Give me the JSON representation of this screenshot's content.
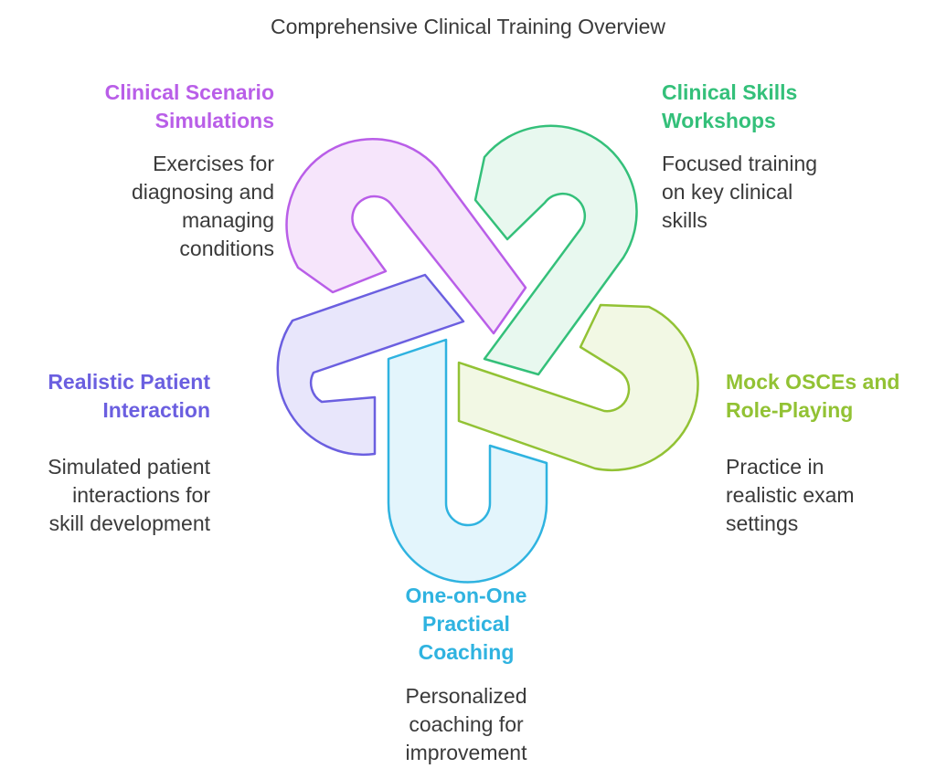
{
  "title": "Comprehensive Clinical Training Overview",
  "items": [
    {
      "key": "scenario",
      "heading_lines": [
        "Clinical Scenario",
        "Simulations"
      ],
      "desc_lines": [
        "Exercises for",
        "diagnosing and",
        "managing",
        "conditions"
      ],
      "color": "#b95ee8",
      "fill": "#f6e5fb"
    },
    {
      "key": "skills",
      "heading_lines": [
        "Clinical Skills",
        "Workshops"
      ],
      "desc_lines": [
        "Focused training",
        "on key clinical",
        "skills"
      ],
      "color": "#34c07a",
      "fill": "#e8f8ef"
    },
    {
      "key": "patient",
      "heading_lines": [
        "Realistic Patient",
        "Interaction"
      ],
      "desc_lines": [
        "Simulated patient",
        "interactions for",
        "skill development"
      ],
      "color": "#6b5fe0",
      "fill": "#e8e6fb"
    },
    {
      "key": "osce",
      "heading_lines": [
        "Mock OSCEs and",
        "Role-Playing"
      ],
      "desc_lines": [
        "Practice in",
        "realistic exam",
        "settings"
      ],
      "color": "#92c234",
      "fill": "#f2f8e4"
    },
    {
      "key": "coaching",
      "heading_lines": [
        "One-on-One",
        "Practical",
        "Coaching"
      ],
      "desc_lines": [
        "Personalized",
        "coaching for",
        "improvement"
      ],
      "color": "#2fb3e0",
      "fill": "#e3f5fc"
    }
  ]
}
